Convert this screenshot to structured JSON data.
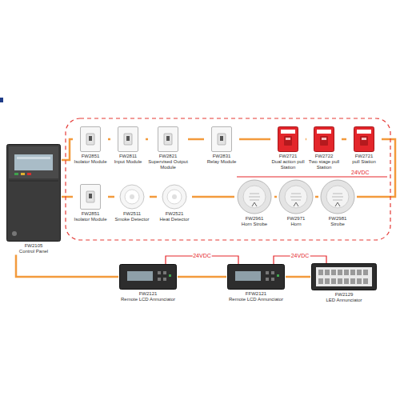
{
  "diagram": {
    "nodes": [
      {
        "text": [
          "FW2105",
          "Control Panel"
        ]
      },
      {
        "text": [
          "FW2851",
          "Isolator Module"
        ]
      },
      {
        "text": [
          "FW2811",
          "Input Module"
        ]
      },
      {
        "text": [
          "FW2821",
          "Supervised Output Module"
        ]
      },
      {
        "text": [
          "FW2831",
          "Relay Module"
        ]
      },
      {
        "text": [
          "FW2721",
          "Dual action pull Station"
        ]
      },
      {
        "text": [
          "FW2722",
          "Two stage pull Station"
        ]
      },
      {
        "text": [
          "FW2721",
          "pull Station"
        ]
      },
      {
        "text": [
          "FW2851",
          "Isolator Module"
        ]
      },
      {
        "text": [
          "FW2511",
          "Smoke Detector"
        ]
      },
      {
        "text": [
          "FW2521",
          "Heat Detector"
        ]
      },
      {
        "text": [
          "FW2961",
          "Horn Strobe"
        ]
      },
      {
        "text": [
          "FW2971",
          "Horn"
        ]
      },
      {
        "text": [
          "FW2981",
          "Strobe"
        ]
      },
      {
        "text": [
          "FW2121",
          "Remote LCD Annunciator"
        ]
      },
      {
        "text": [
          "FFW2121",
          "Remote LCD Annunciator"
        ]
      },
      {
        "text": [
          "FW2129",
          "LED Annunciator"
        ]
      }
    ],
    "edges": [
      {
        "from": 0,
        "to": 1,
        "arrow": "none"
      },
      {
        "from": 1,
        "to": 2,
        "arrow": "none"
      },
      {
        "from": 2,
        "to": 3,
        "arrow": "none"
      },
      {
        "from": 3,
        "to": 4,
        "arrow": "none"
      },
      {
        "from": 4,
        "to": 5,
        "arrow": "none"
      },
      {
        "from": 5,
        "to": 6,
        "arrow": "none"
      },
      {
        "from": 6,
        "to": 7,
        "arrow": "none"
      },
      {
        "from": 7,
        "to": 13,
        "arrow": "none"
      },
      {
        "from": 13,
        "to": 12,
        "arrow": "none"
      },
      {
        "from": 12,
        "to": 11,
        "arrow": "none"
      },
      {
        "from": 11,
        "to": 10,
        "arrow": "none"
      },
      {
        "from": 10,
        "to": 9,
        "arrow": "none"
      },
      {
        "from": 9,
        "to": 8,
        "arrow": "none"
      },
      {
        "from": 8,
        "to": 0,
        "arrow": "none"
      },
      {
        "from": 0,
        "to": 14,
        "arrow": "none"
      },
      {
        "from": 14,
        "to": 15,
        "arrow": "none"
      },
      {
        "from": 15,
        "to": 16,
        "arrow": "none"
      },
      {
        "from": 14,
        "to": 15,
        "label": "24VDC",
        "arrow": "none"
      },
      {
        "from": 15,
        "to": 16,
        "label": "24VDC",
        "arrow": "none"
      }
    ],
    "labels": [
      "24VDC"
    ]
  }
}
